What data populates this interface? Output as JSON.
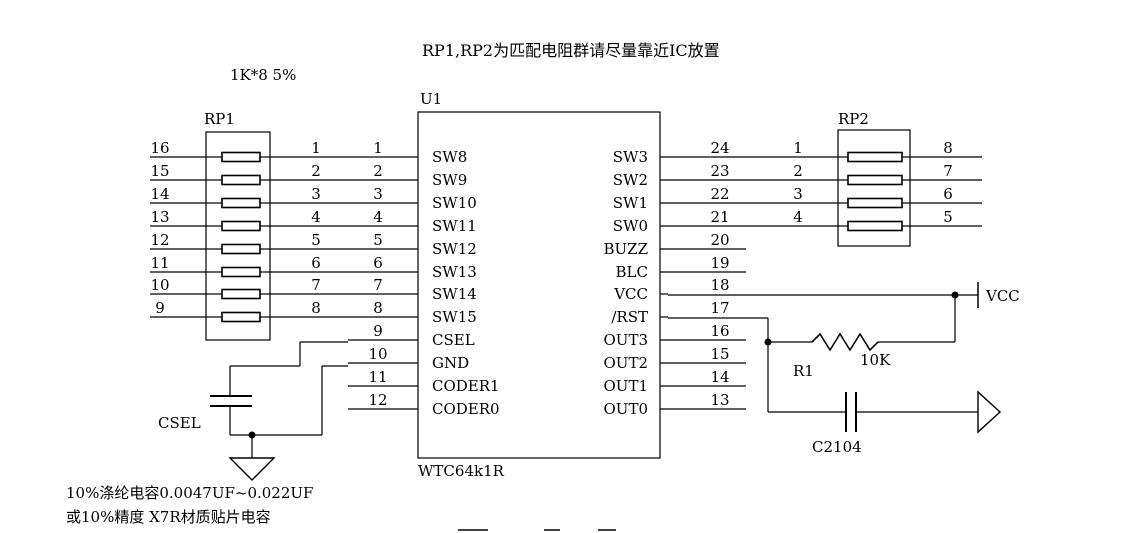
{
  "title_note": "RP1,RP2为匹配电阻群请尽量靠近IC放置",
  "rp1_spec": "1K*8  5%",
  "ic": {
    "ref": "U1",
    "part": "WTC64k1R",
    "left_pins": [
      {
        "num": "1",
        "name": "SW8"
      },
      {
        "num": "2",
        "name": "SW9"
      },
      {
        "num": "3",
        "name": "SW10"
      },
      {
        "num": "4",
        "name": "SW11"
      },
      {
        "num": "5",
        "name": "SW12"
      },
      {
        "num": "6",
        "name": "SW13"
      },
      {
        "num": "7",
        "name": "SW14"
      },
      {
        "num": "8",
        "name": "SW15"
      },
      {
        "num": "9",
        "name": "CSEL"
      },
      {
        "num": "10",
        "name": "GND"
      },
      {
        "num": "11",
        "name": "CODER1"
      },
      {
        "num": "12",
        "name": "CODER0"
      }
    ],
    "right_pins": [
      {
        "num": "24",
        "name": "SW3"
      },
      {
        "num": "23",
        "name": "SW2"
      },
      {
        "num": "22",
        "name": "SW1"
      },
      {
        "num": "21",
        "name": "SW0"
      },
      {
        "num": "20",
        "name": "BUZZ"
      },
      {
        "num": "19",
        "name": "BLC"
      },
      {
        "num": "18",
        "name": "VCC"
      },
      {
        "num": "17",
        "name": "/RST"
      },
      {
        "num": "16",
        "name": "OUT3"
      },
      {
        "num": "15",
        "name": "OUT2"
      },
      {
        "num": "14",
        "name": "OUT1"
      },
      {
        "num": "13",
        "name": "OUT0"
      }
    ]
  },
  "rp1": {
    "ref": "RP1",
    "left_pins": [
      "16",
      "15",
      "14",
      "13",
      "12",
      "11",
      "10",
      "9"
    ],
    "right_pins": [
      "1",
      "2",
      "3",
      "4",
      "5",
      "6",
      "7",
      "8"
    ]
  },
  "rp2": {
    "ref": "RP2",
    "left_pins": [
      "1",
      "2",
      "3",
      "4"
    ],
    "right_pins": [
      "8",
      "7",
      "6",
      "5"
    ]
  },
  "r1": {
    "ref": "R1",
    "value": "10K"
  },
  "c2": {
    "ref": "C2",
    "value": "104"
  },
  "vcc_label": "VCC",
  "csel_label": "CSEL",
  "cap_note_line1": "10%涤纶电容0.0047UF~0.022UF",
  "cap_note_line2": "或10%精度 X7R材质贴片电容"
}
